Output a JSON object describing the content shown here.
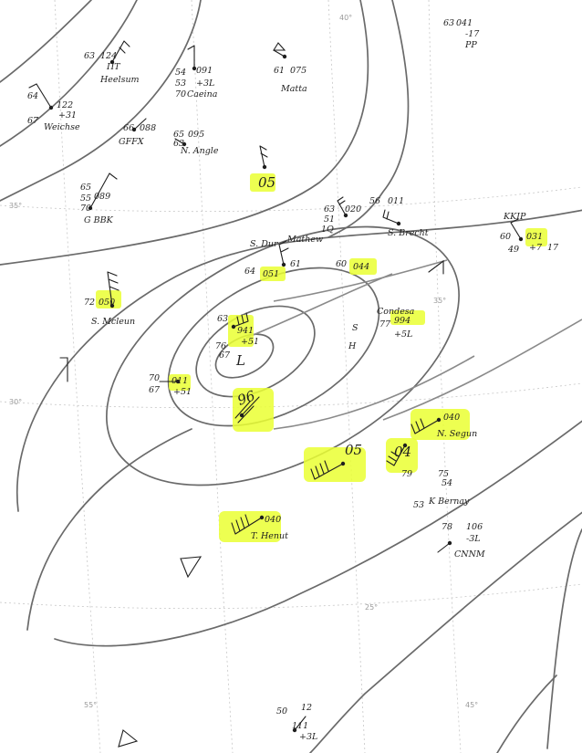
{
  "map": {
    "pressure_labels": {
      "low_center": "96",
      "outer": "05",
      "south": "05"
    },
    "lat_labels": [
      "40°",
      "35°",
      "30°",
      "25°",
      "55°",
      "45°"
    ],
    "stations": [
      {
        "id": "heelsum",
        "name": "Heelsum",
        "data": [
          "63",
          "124",
          "ПT"
        ]
      },
      {
        "id": "weichse",
        "name": "Weichse",
        "data": [
          "64",
          "122",
          "+31",
          "67"
        ]
      },
      {
        "id": "caeina",
        "name": "Caeina",
        "data": [
          "54",
          "091",
          "53",
          "+3L",
          "70"
        ]
      },
      {
        "id": "matta",
        "name": "Matta",
        "data": [
          "61",
          "075"
        ]
      },
      {
        "id": "gffx",
        "name": "GFFX",
        "data": [
          "66",
          "088"
        ]
      },
      {
        "id": "nangle",
        "name": "N. Angle",
        "data": [
          "65",
          "095",
          "63"
        ]
      },
      {
        "id": "gbbk",
        "name": "G BBK",
        "data": [
          "65",
          "55",
          "089",
          "70"
        ]
      },
      {
        "id": "nlt",
        "name": "",
        "data": [
          "63",
          "041",
          "-17",
          "PP"
        ]
      },
      {
        "id": "kkip",
        "name": "KKIP",
        "data": [
          "60",
          "031",
          "49",
          "+7",
          "17"
        ]
      },
      {
        "id": "sbrecht",
        "name": "S. Brecht",
        "data": [
          "56",
          "011",
          "63",
          "020",
          "51",
          "1Q"
        ]
      },
      {
        "id": "mathew",
        "name": "Mathew",
        "data": [
          "S. Dur",
          "64",
          "051",
          "61",
          "60",
          "044"
        ]
      },
      {
        "id": "mneun",
        "name": "S. Mcleun",
        "data": [
          "72",
          "050"
        ]
      },
      {
        "id": "center",
        "name": "",
        "data": [
          "63",
          "941",
          "+51",
          "76",
          "67"
        ]
      },
      {
        "id": "west",
        "name": "",
        "data": [
          "70",
          "011",
          "67",
          "+51"
        ]
      },
      {
        "id": "condesa",
        "name": "Condesa",
        "data": [
          "77",
          "994",
          "+5L"
        ]
      },
      {
        "id": "nsegun",
        "name": "N. Segun",
        "data": [
          "040",
          "04"
        ]
      },
      {
        "id": "kbernay",
        "name": "K Bernay",
        "data": [
          "79",
          "75",
          "54",
          "53"
        ]
      },
      {
        "id": "thenut",
        "name": "T. Henut",
        "data": [
          "040"
        ]
      },
      {
        "id": "cnnm",
        "name": "CNNM",
        "data": [
          "78",
          "106",
          "-3L"
        ]
      },
      {
        "id": "bottom",
        "name": "",
        "data": [
          "50",
          "12",
          "111",
          "+3L"
        ]
      }
    ]
  }
}
